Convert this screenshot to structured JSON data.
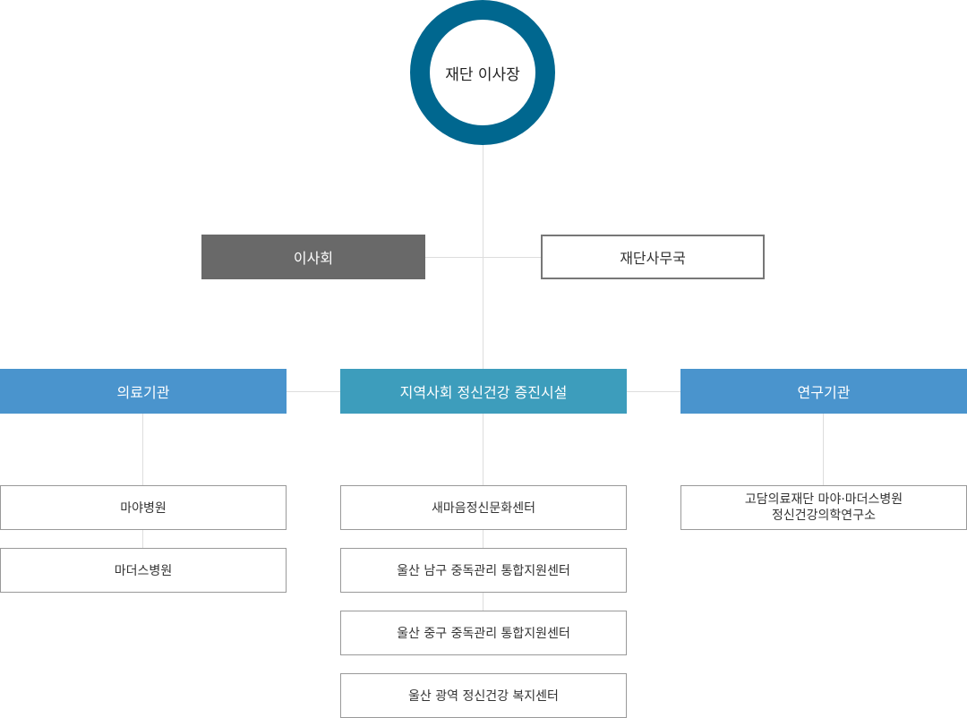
{
  "chairman": {
    "label": "재단 이사장"
  },
  "board": {
    "label": "이사회"
  },
  "secretariat": {
    "label": "재단사무국"
  },
  "columns": [
    {
      "label": "의료기관",
      "color": "#4a94cd",
      "items": [
        "마야병원",
        "마더스병원"
      ]
    },
    {
      "label": "지역사회 정신건강 증진시설",
      "color": "#3d9dbc",
      "items": [
        "새마음정신문화센터",
        "울산 남구 중독관리 통합지원센터",
        "울산 중구 중독관리 통합지원센터",
        "울산 광역 정신건강 복지센터"
      ]
    },
    {
      "label": "연구기관",
      "color": "#4a94cd",
      "items": [
        [
          "고담의료재단 마야·마더스병원",
          "정신건강의학연구소"
        ]
      ]
    }
  ],
  "colors": {
    "chairman_ring": "#00678f",
    "board": "#696969",
    "connector": "#dddddd"
  }
}
